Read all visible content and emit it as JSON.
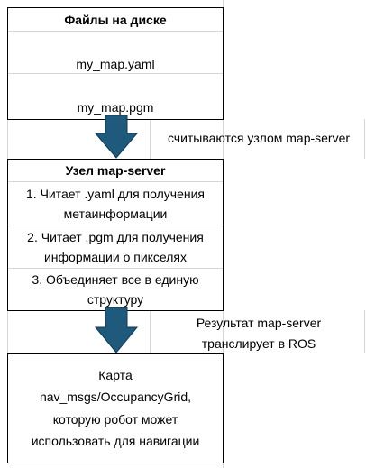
{
  "files_box": {
    "title": "Файлы на диске",
    "file_yaml": "my_map.yaml",
    "file_pgm": "my_map.pgm"
  },
  "arrow1_caption": "считываются узлом map-server",
  "node_box": {
    "title": "Узел map-server",
    "step1_line1": "1. Читает .yaml для получения",
    "step1_line2": "метаинформации",
    "step2_line1": "2. Читает .pgm для получения",
    "step2_line2": "информации о пикселях",
    "step3_line1": "3. Объединяет все в единую",
    "step3_line2": "структуру"
  },
  "arrow2_caption": {
    "line1": "Результат map-server",
    "line2": "транслирует в ROS"
  },
  "result_box": {
    "line1": "Карта",
    "line2": "nav_msgs/OccupancyGrid,",
    "line3": "которую робот может",
    "line4": "использовать для навигации"
  },
  "colors": {
    "arrow": "#1f5a7c",
    "arrow_stroke": "#0f3a55",
    "gridline": "#d6d6d6"
  }
}
